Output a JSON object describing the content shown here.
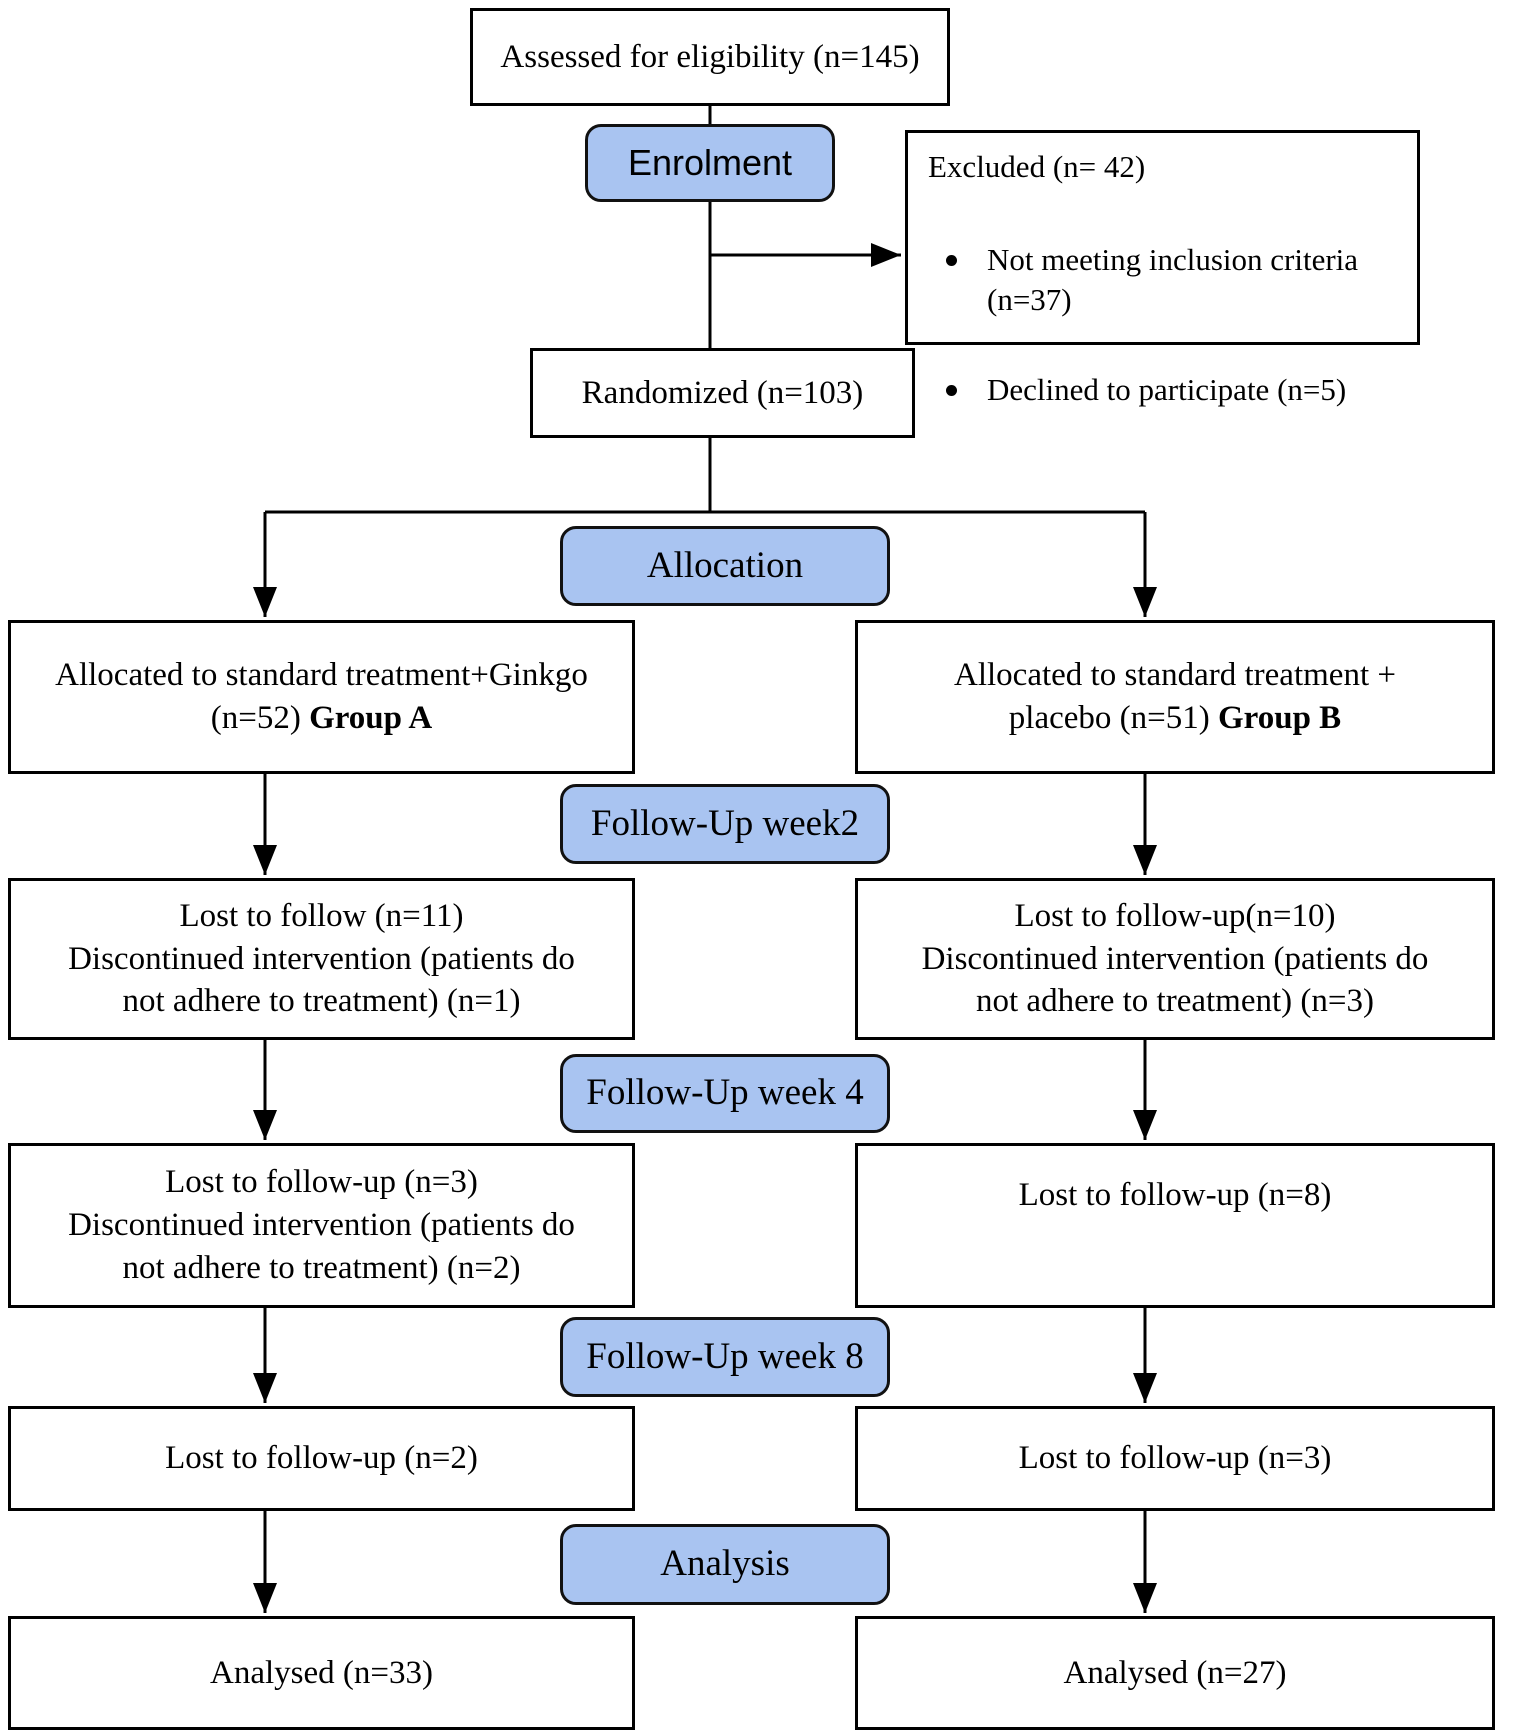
{
  "flow": {
    "assessed": "Assessed for eligibility (n=145)",
    "excluded": {
      "title": "Excluded (n= 42)",
      "items": [
        "Not meeting inclusion criteria\n(n=37)",
        "Declined to participate (n=5)"
      ]
    },
    "randomized": "Randomized (n=103)",
    "stages": {
      "enrolment": "Enrolment",
      "allocation": "Allocation",
      "week2": "Follow-Up week2",
      "week4": "Follow-Up week 4",
      "week8": "Follow-Up week 8",
      "analysis": "Analysis"
    },
    "group_a": {
      "text": "Allocated to standard treatment+Ginkgo\n(n=52) ",
      "bold": "Group A"
    },
    "group_b": {
      "text": "Allocated to standard treatment +\nplacebo (n=51) ",
      "bold": "Group B"
    },
    "week2_a": "Lost to follow (n=11)\nDiscontinued intervention (patients do\nnot adhere to treatment) (n=1)",
    "week2_b": "Lost to follow-up(n=10)\nDiscontinued intervention (patients do\nnot adhere to treatment) (n=3)",
    "week4_a": "Lost to follow-up (n=3)\nDiscontinued intervention (patients do\nnot adhere to treatment) (n=2)",
    "week4_b": "Lost to follow-up (n=8)",
    "week8_a": "Lost to follow-up (n=2)",
    "week8_b": "Lost to follow-up (n=3)",
    "analysed_a": "Analysed (n=33)",
    "analysed_b": "Analysed (n=27)"
  },
  "colors": {
    "stage_fill": "#a9c4f1",
    "box_border": "#000000",
    "text": "#000000"
  }
}
